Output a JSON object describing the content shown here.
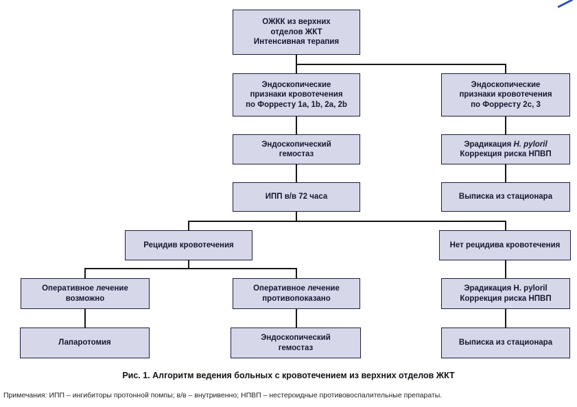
{
  "colors": {
    "box_fill": "#d6d8ea",
    "box_border": "#1a1a38",
    "connector_line": "#151515",
    "corner_mark": "#2e4fc0"
  },
  "nodes": {
    "top": {
      "lines": [
        "ОЖКК из верхних",
        "отделов ЖКТ",
        "Интенсивная терапия"
      ]
    },
    "endo_signs_forrest_1": {
      "lines": [
        "Эндоскопические",
        "признаки кровотечения",
        "по Форресту 1a, 1b, 2a, 2b"
      ]
    },
    "endo_signs_forrest_2": {
      "lines": [
        "Эндоскопические",
        "признаки кровотечения",
        "по Форресту 2c, 3"
      ]
    },
    "endo_hemostasis_1": {
      "lines": [
        "Эндоскопический",
        "гемостаз"
      ]
    },
    "eradication_1": {
      "prefix": "Эрадикация ",
      "italic": "H. pyloril",
      "line2": "Коррекция риска НПВП"
    },
    "ipp": {
      "lines": [
        "ИПП в/в 72 часа"
      ]
    },
    "discharge_1": {
      "lines": [
        "Выписка из стационара"
      ]
    },
    "rebleeding": {
      "lines": [
        "Рецидив кровотечения"
      ]
    },
    "no_rebleeding": {
      "lines": [
        "Нет рецидива кровотечения"
      ]
    },
    "surgery_possible": {
      "lines": [
        "Оперативное лечение",
        "возможно"
      ]
    },
    "surgery_contraindicated": {
      "lines": [
        "Оперативное лечение",
        "противопоказано"
      ]
    },
    "eradication_2": {
      "lines": [
        "Эрадикация H. pyloril",
        "Коррекция риска НПВП"
      ]
    },
    "laparotomy": {
      "lines": [
        "Лапаротомия"
      ]
    },
    "endo_hemostasis_2": {
      "lines": [
        "Эндоскопический",
        "гемостаз"
      ]
    },
    "discharge_2": {
      "lines": [
        "Выписка из стационара"
      ]
    }
  },
  "caption": "Рис. 1. Алгоритм ведения больных с кровотечением из верхних отделов ЖКТ",
  "footnote": "Примечания: ИПП – ингибиторы протонной помпы; в/в – внутривенно; НПВП – нестероидные противовоспалительные препараты."
}
